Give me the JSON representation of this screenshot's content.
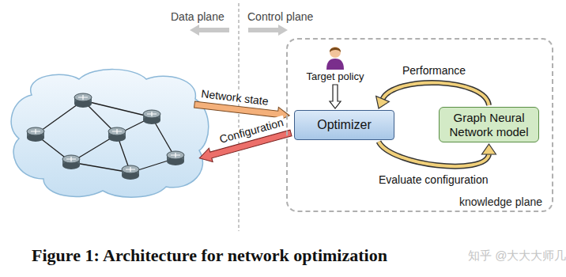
{
  "diagram": {
    "caption": "Figure 1: Architecture for network optimization",
    "nodes": [
      {
        "text": [
          "knowledge plane"
        ]
      },
      {
        "text": [
          "Target policy"
        ],
        "in": 0
      },
      {
        "text": [
          "Optimizer"
        ],
        "in": 0
      },
      {
        "text": [
          "Graph Neural Network model"
        ],
        "in": 0
      }
    ],
    "edges": [
      {
        "from": 1,
        "to": 2,
        "arrow": "to"
      },
      {
        "from": 2,
        "to": 3,
        "label": "Evaluate configuration",
        "arrow": "to"
      },
      {
        "from": 3,
        "to": 2,
        "label": "Performance",
        "arrow": "to"
      }
    ],
    "labels": [
      "Data plane",
      "Control plane",
      "Network state",
      "Configuration",
      "知乎 @大大大师几"
    ]
  }
}
